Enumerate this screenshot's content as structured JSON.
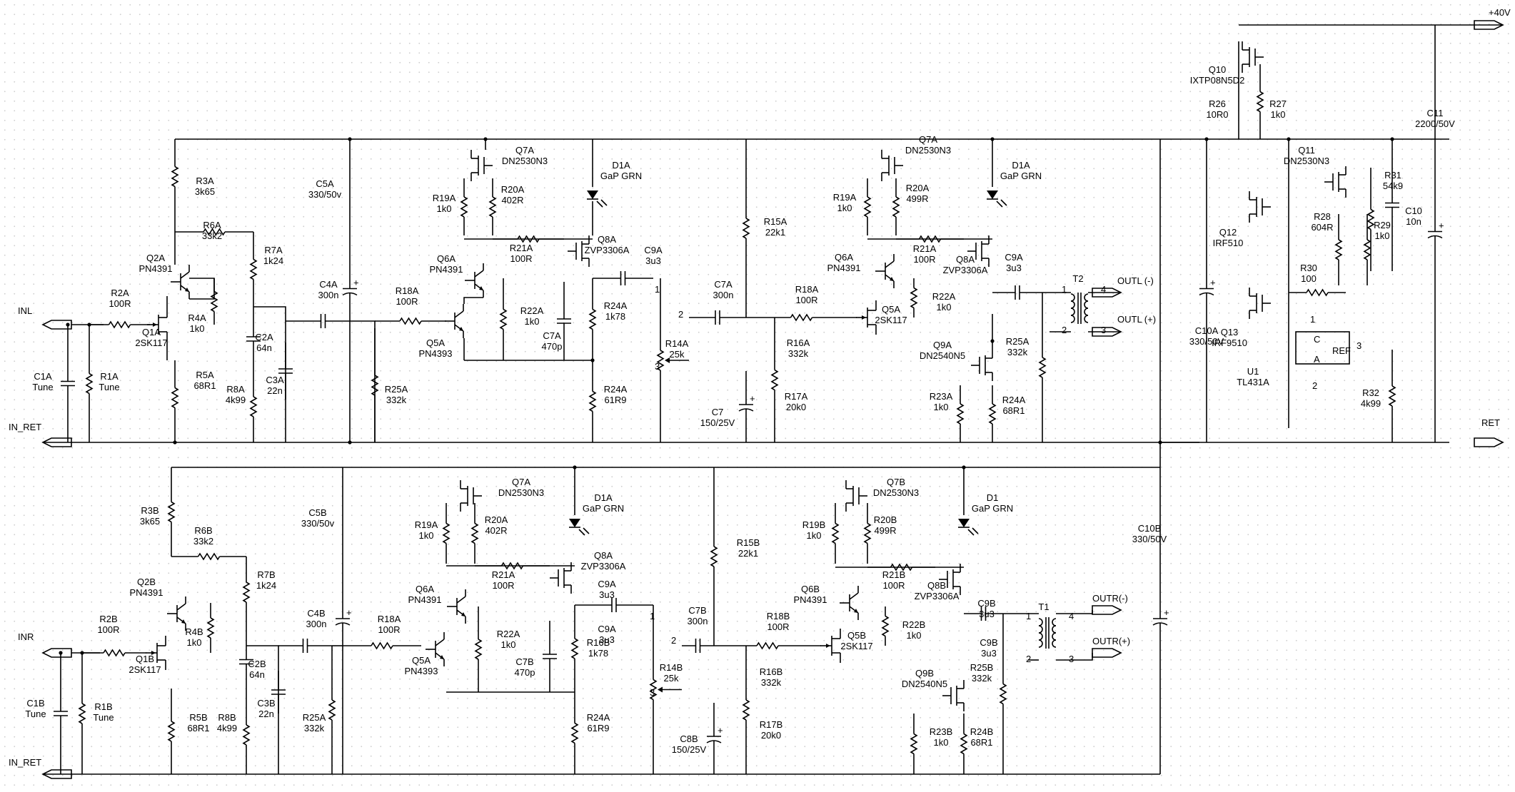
{
  "ports": {
    "inl": "INL",
    "in_ret_top": "IN_RET",
    "inr": "INR",
    "in_ret_bot": "IN_RET",
    "ret": "RET",
    "plus40": "+40V",
    "outl_neg": "OUTL (-)",
    "outl_pos": "OUTL (+)",
    "outr_neg": "OUTR(-)",
    "outr_pos": "OUTR(+)"
  },
  "top": {
    "c1a": [
      "C1A",
      "Tune"
    ],
    "r1a": [
      "R1A",
      "Tune"
    ],
    "r2a": [
      "R2A",
      "100R"
    ],
    "q1a": [
      "Q1A",
      "2SK117"
    ],
    "q2a": [
      "Q2A",
      "PN4391"
    ],
    "r4a": [
      "R4A",
      "1k0"
    ],
    "r5a": [
      "R5A",
      "68R1"
    ],
    "r3a": [
      "R3A",
      "3k65"
    ],
    "r6a": [
      "R6A",
      "33k2"
    ],
    "r7a": [
      "R7A",
      "1k24"
    ],
    "c2a": [
      "C2A",
      "64n"
    ],
    "r8a": [
      "R8A",
      "4k99"
    ],
    "c3a": [
      "C3A",
      "22n"
    ],
    "c4a": [
      "C4A",
      "300n"
    ],
    "c5a": [
      "C5A",
      "330/50v"
    ],
    "r25a": [
      "R25A",
      "332k"
    ],
    "r18a": [
      "R18A",
      "100R"
    ],
    "q5a": [
      "Q5A",
      "PN4393"
    ],
    "q6a": [
      "Q6A",
      "PN4391"
    ],
    "r19a": [
      "R19A",
      "1k0"
    ],
    "q7a": [
      "Q7A",
      "DN2530N3"
    ],
    "r20a": [
      "R20A",
      "402R"
    ],
    "r21a": [
      "R21A",
      "100R"
    ],
    "r22a": [
      "R22A",
      "1k0"
    ],
    "d1a": [
      "D1A",
      "GaP GRN"
    ],
    "q8a": [
      "Q8A",
      "ZVP3306A"
    ],
    "c9a": [
      "C9A",
      "3u3"
    ],
    "c7a": [
      "C7A",
      "470p"
    ],
    "r24a1": [
      "R24A",
      "1k78"
    ],
    "r24a2": [
      "R24A",
      "61R9"
    ],
    "r14a": [
      "R14A",
      "25k"
    ],
    "c7b": [
      "C7A",
      "300n"
    ],
    "r15a": [
      "R15A",
      "22k1"
    ],
    "c7": [
      "C7",
      "150/25V"
    ],
    "r18a2": [
      "R18A",
      "100R"
    ],
    "r16a": [
      "R16A",
      "332k"
    ],
    "r17a": [
      "R17A",
      "20k0"
    ],
    "q5a2": [
      "Q5A",
      "2SK117"
    ],
    "q6a2": [
      "Q6A",
      "PN4391"
    ],
    "r19a2": [
      "R19A",
      "1k0"
    ],
    "q7a2": [
      "Q7A",
      "DN2530N3"
    ],
    "r20a2": [
      "R20A",
      "499R"
    ],
    "r21a2": [
      "R21A",
      "100R"
    ],
    "r22a2": [
      "R22A",
      "1k0"
    ],
    "d1a2": [
      "D1A",
      "GaP GRN"
    ],
    "q8a2": [
      "Q8A",
      "ZVP3306A"
    ],
    "c9a2": [
      "C9A",
      "3u3"
    ],
    "q9a": [
      "Q9A",
      "DN2540N5"
    ],
    "r25a2": [
      "R25A",
      "332k"
    ],
    "r23a": [
      "R23A",
      "1k0"
    ],
    "r24a3": [
      "R24A",
      "68R1"
    ],
    "t2": "T2"
  },
  "bottom": {
    "c1b": [
      "C1B",
      "Tune"
    ],
    "r1b": [
      "R1B",
      "Tune"
    ],
    "r2b": [
      "R2B",
      "100R"
    ],
    "q1b": [
      "Q1B",
      "2SK117"
    ],
    "q2b": [
      "Q2B",
      "PN4391"
    ],
    "r4b": [
      "R4B",
      "1k0"
    ],
    "r5b": [
      "R5B",
      "68R1"
    ],
    "r3b": [
      "R3B",
      "3k65"
    ],
    "r6b": [
      "R6B",
      "33k2"
    ],
    "r7b": [
      "R7B",
      "1k24"
    ],
    "c2b": [
      "C2B",
      "64n"
    ],
    "r8b": [
      "R8B",
      "4k99"
    ],
    "c3b": [
      "C3B",
      "22n"
    ],
    "c4b": [
      "C4B",
      "300n"
    ],
    "c5b": [
      "C5B",
      "330/50v"
    ],
    "r25a": [
      "R25A",
      "332k"
    ],
    "r18a": [
      "R18A",
      "100R"
    ],
    "q5a": [
      "Q5A",
      "PN4393"
    ],
    "q6a": [
      "Q6A",
      "PN4391"
    ],
    "r19a": [
      "R19A",
      "1k0"
    ],
    "q7a": [
      "Q7A",
      "DN2530N3"
    ],
    "r20a": [
      "R20A",
      "402R"
    ],
    "r21a": [
      "R21A",
      "100R"
    ],
    "r22a": [
      "R22A",
      "1k0"
    ],
    "d1a": [
      "D1A",
      "GaP GRN"
    ],
    "q8a": [
      "Q8A",
      "ZVP3306A"
    ],
    "c9a": [
      "C9A",
      "3u3"
    ],
    "c7b": [
      "C7B",
      "470p"
    ],
    "r16b": [
      "R16B",
      "1k78"
    ],
    "r24a": [
      "R24A",
      "61R9"
    ],
    "r14b": [
      "R14B",
      "25k"
    ],
    "c7b2": [
      "C7B",
      "300n"
    ],
    "r15b": [
      "R15B",
      "22k1"
    ],
    "c8b": [
      "C8B",
      "150/25V"
    ],
    "r18b": [
      "R18B",
      "100R"
    ],
    "r16b2": [
      "R16B",
      "332k"
    ],
    "r17b": [
      "R17B",
      "20k0"
    ],
    "q5b": [
      "Q5B",
      "2SK117"
    ],
    "q6b": [
      "Q6B",
      "PN4391"
    ],
    "r19b": [
      "R19B",
      "1k0"
    ],
    "q7b": [
      "Q7B",
      "DN2530N3"
    ],
    "r20b": [
      "R20B",
      "499R"
    ],
    "r21b": [
      "R21B",
      "100R"
    ],
    "r22b": [
      "R22B",
      "1k0"
    ],
    "d1": [
      "D1",
      "GaP GRN"
    ],
    "q8b": [
      "Q8B",
      "ZVP3306A"
    ],
    "c9b": [
      "C9B",
      "3u3"
    ],
    "q9b": [
      "Q9B",
      "DN2540N5"
    ],
    "r25b": [
      "R25B",
      "332k"
    ],
    "r23b": [
      "R23B",
      "1k0"
    ],
    "r24b": [
      "R24B",
      "68R1"
    ],
    "t1": "T1"
  },
  "supply": {
    "q10": [
      "Q10",
      "IXTP08N5D2"
    ],
    "r26": [
      "R26",
      "10R0"
    ],
    "r27": [
      "R27",
      "1k0"
    ],
    "c11": [
      "C11",
      "2200/50V"
    ],
    "q11": [
      "Q11",
      "DN2530N3"
    ],
    "r31": [
      "R31",
      "54k9"
    ],
    "c10": [
      "C10",
      "10n"
    ],
    "r28": [
      "R28",
      "604R"
    ],
    "r29": [
      "R29",
      "1k0"
    ],
    "q12": [
      "Q12",
      "IRF510"
    ],
    "r30": [
      "R30",
      "100"
    ],
    "q13": [
      "Q13",
      "IRF9510"
    ],
    "c10a": [
      "C10A",
      "330/50V"
    ],
    "c10b": [
      "C10B",
      "330/50V"
    ],
    "u1": [
      "U1",
      "TL431A"
    ],
    "r32": [
      "R32",
      "4k99"
    ],
    "u1_ref": "REF",
    "u1_a": "A",
    "u1_c": "C"
  },
  "pins": {
    "p1": "1",
    "p2": "2",
    "p3": "3",
    "p4": "4"
  }
}
